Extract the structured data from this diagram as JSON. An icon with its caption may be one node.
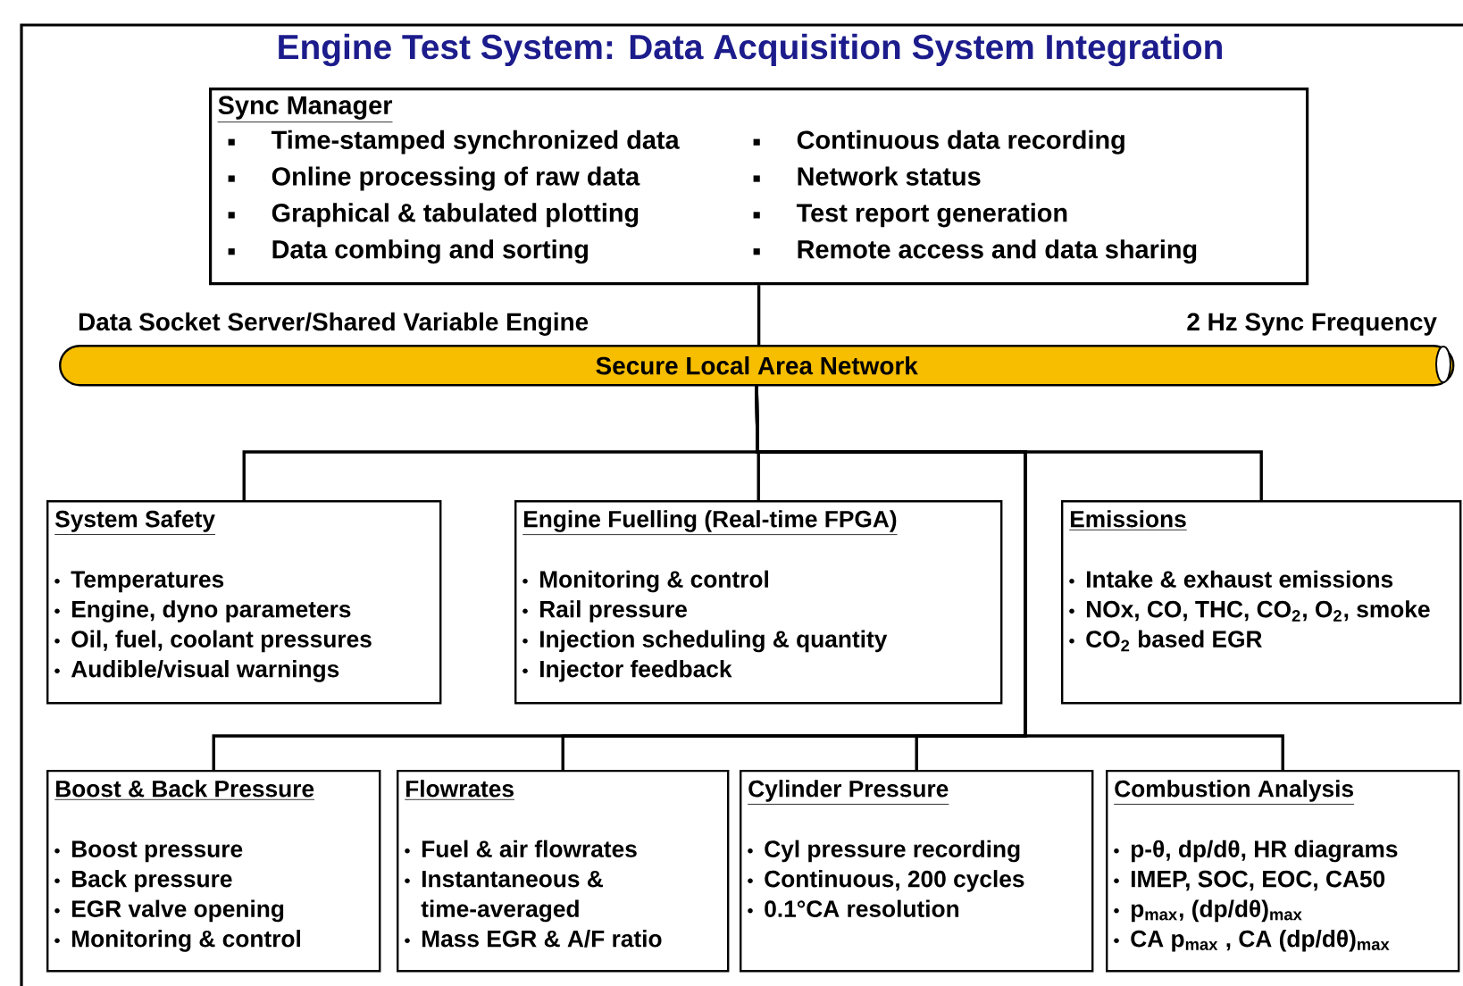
{
  "diagram": {
    "title": "Engine Test System: Data Acquisition System Integration",
    "nodes": [
      {
        "text": [
          "Sync Manager",
          "Time-stamped synchronized data",
          "Online processing of raw data",
          "Graphical & tabulated plotting",
          "Data combing and sorting",
          "Continuous data recording",
          "Network status",
          "Test report generation",
          "Remote access and data sharing"
        ]
      },
      {
        "text": [
          "Secure Local Area Network"
        ],
        "beside": [
          "Data Socket Server/Shared Variable Engine",
          "2 Hz Sync Frequency"
        ]
      },
      {
        "text": [
          "System Safety",
          "Temperatures",
          "Engine, dyno parameters",
          "Oil, fuel, coolant pressures",
          "Audible/visual warnings"
        ]
      },
      {
        "text": [
          "Engine Fuelling (Real-time FPGA)",
          "Monitoring & control",
          "Rail pressure",
          "Injection scheduling & quantity",
          "Injector feedback"
        ]
      },
      {
        "text": [
          "Emissions",
          "Intake & exhaust emissions",
          "NOx, CO, THC, CO$_{2}$, O$_{2}$, smoke",
          "CO$_{2}$ based EGR"
        ]
      },
      {
        "text": [
          "Boost & Back Pressure",
          "Boost pressure",
          "Back pressure",
          "EGR valve opening",
          "Monitoring & control"
        ]
      },
      {
        "text": [
          "Flowrates",
          "Fuel & air flowrates",
          "Instantaneous & time-averaged",
          "Mass EGR & A/F ratio"
        ]
      },
      {
        "text": [
          "Cylinder Pressure",
          "Cyl pressure recording",
          "Continuous, 200 cycles",
          "0.1°CA resolution"
        ]
      },
      {
        "text": [
          "Combustion Analysis",
          "p-θ, dp/dθ, HR diagrams",
          "IMEP, SOC, EOC, CA50",
          "p$_{max}$, (dp/dθ)$_{max}$",
          "CA p$_{max}$ , CA (dp/dθ)$_{max}$"
        ]
      }
    ],
    "edges": [
      {
        "from": 0,
        "to": 1,
        "arrow": "none"
      },
      {
        "from": 1,
        "to": 2,
        "arrow": "none"
      },
      {
        "from": 1,
        "to": 3,
        "arrow": "none"
      },
      {
        "from": 1,
        "to": 4,
        "arrow": "none"
      },
      {
        "from": 1,
        "to": 5,
        "arrow": "none"
      },
      {
        "from": 1,
        "to": 6,
        "arrow": "none"
      },
      {
        "from": 1,
        "to": 7,
        "arrow": "none"
      },
      {
        "from": 1,
        "to": 8,
        "arrow": "none"
      }
    ]
  }
}
